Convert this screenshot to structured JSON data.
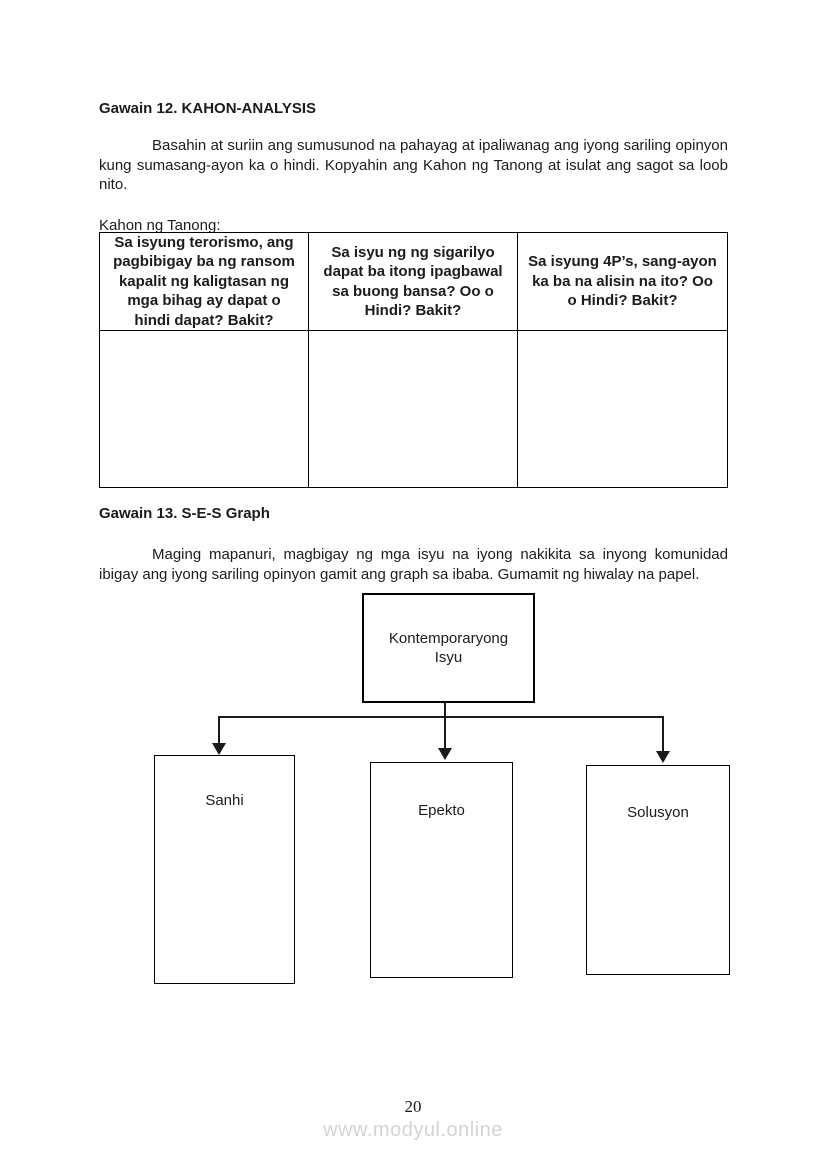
{
  "gawain12": {
    "title": "Gawain 12. KAHON-ANALYSIS",
    "instructions": "Basahin at suriin ang sumusunod na pahayag at ipaliwanag ang iyong sariling opinyon kung sumasang-ayon ka o hindi. Kopyahin ang Kahon ng Tanong at isulat ang sagot sa loob nito.",
    "table_label": "Kahon ng Tanong:",
    "table": {
      "headers": [
        "Sa isyung terorismo, ang pagbibigay ba ng ransom kapalit ng kaligtasan ng mga bihag ay dapat o hindi dapat? Bakit?",
        "Sa isyu ng ng sigarilyo dapat ba itong ipagbawal sa buong bansa? Oo o Hindi? Bakit?",
        "Sa isyung 4P’s, sang-ayon ka ba na alisin na ito? Oo o Hindi? Bakit?"
      ],
      "answers": [
        "",
        "",
        ""
      ]
    }
  },
  "gawain13": {
    "title": "Gawain 13. S-E-S Graph",
    "instructions": "Maging mapanuri, magbigay ng mga isyu na iyong nakikita sa inyong komunidad ibigay ang iyong sariling opinyon gamit ang graph sa ibaba. Gumamit ng hiwalay na papel.",
    "diagram": {
      "root": "Kontemporaryong Isyu",
      "children": [
        "Sanhi",
        "Epekto",
        "Solusyon"
      ]
    }
  },
  "footer": {
    "page_number": "20",
    "watermark": "www.modyul.online"
  },
  "colors": {
    "line": "#1a1a1a",
    "watermark_gray": "#d4d4d4"
  }
}
